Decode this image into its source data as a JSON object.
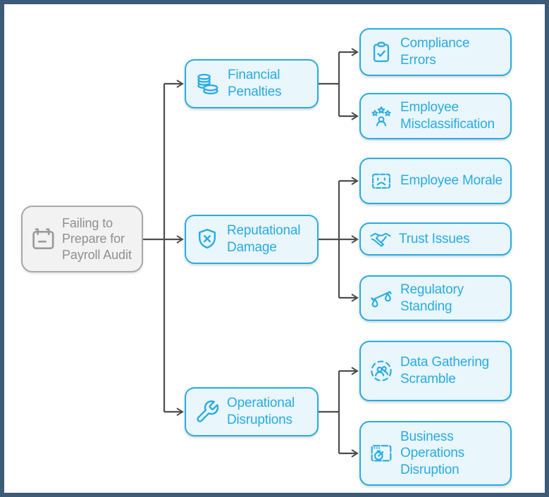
{
  "diagram": {
    "type": "mindmap-flowchart",
    "root": {
      "label": "Failing to Prepare for Payroll Audit",
      "icon": "calendar-icon"
    },
    "branches": [
      {
        "label": "Financial Penalties",
        "icon": "coins-icon",
        "children": [
          {
            "label": "Compliance Errors",
            "icon": "clipboard-check-icon"
          },
          {
            "label": "Employee Misclassification",
            "icon": "person-stars-icon"
          }
        ]
      },
      {
        "label": "Reputational Damage",
        "icon": "shield-x-icon",
        "children": [
          {
            "label": "Employee Morale",
            "icon": "sad-face-card-icon"
          },
          {
            "label": "Trust Issues",
            "icon": "handshake-icon"
          },
          {
            "label": "Regulatory Standing",
            "icon": "scales-icon"
          }
        ]
      },
      {
        "label": "Operational Disruptions",
        "icon": "wrench-icon",
        "children": [
          {
            "label": "Data Gathering Scramble",
            "icon": "people-circle-icon"
          },
          {
            "label": "Business Operations Disruption",
            "icon": "window-timer-icon"
          }
        ]
      }
    ]
  },
  "colors": {
    "accent": "#29abe2",
    "node_fill": "#e9f6fc",
    "root_fill": "#f2f2f2",
    "root_border": "#a8a8a8",
    "root_text": "#8f8f8f",
    "connector": "#4d4d4d",
    "frame_border": "#3d5a77"
  }
}
